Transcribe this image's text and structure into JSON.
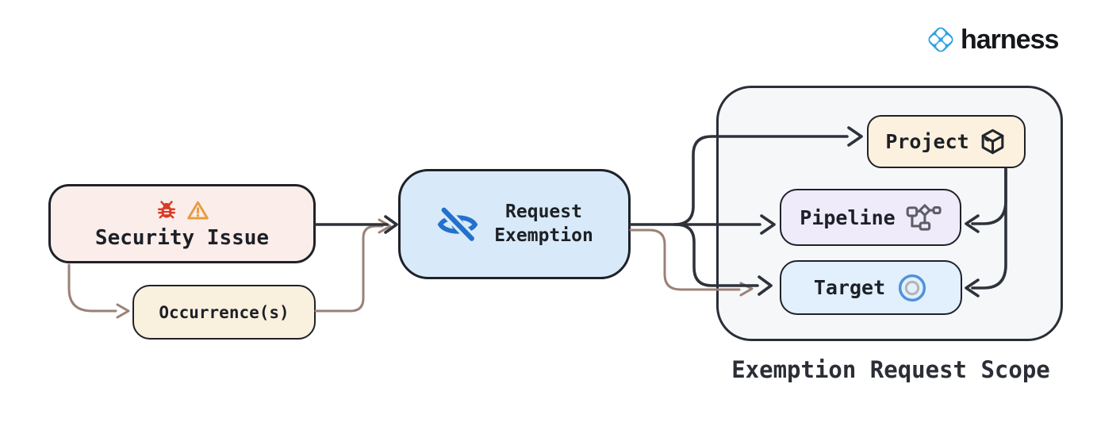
{
  "brand": {
    "name": "harness"
  },
  "diagram": {
    "security_issue": {
      "label": "Security Issue",
      "icons": [
        "bug-icon",
        "warning-triangle-icon"
      ]
    },
    "occurrences": {
      "label": "Occurrence(s)"
    },
    "request_exemption": {
      "line1": "Request",
      "line2": "Exemption",
      "icon": "eye-off-icon"
    },
    "scope": {
      "caption": "Exemption Request Scope",
      "project": {
        "label": "Project",
        "icon": "package-cube-icon"
      },
      "pipeline": {
        "label": "Pipeline",
        "icon": "pipeline-flow-icon"
      },
      "target": {
        "label": "Target",
        "icon": "target-circle-icon"
      }
    },
    "edges": [
      {
        "from": "security-issue",
        "to": "request-exemption"
      },
      {
        "from": "security-issue",
        "to": "occurrences"
      },
      {
        "from": "occurrences",
        "to": "request-exemption"
      },
      {
        "from": "request-exemption",
        "to": "project"
      },
      {
        "from": "request-exemption",
        "to": "pipeline"
      },
      {
        "from": "request-exemption",
        "to": "target"
      },
      {
        "from": "occurrences",
        "to": "target"
      },
      {
        "from": "project",
        "to": "pipeline"
      },
      {
        "from": "project",
        "to": "target"
      }
    ],
    "colors": {
      "security_issue_bg": "#fbedea",
      "occurrences_bg": "#faf0de",
      "request_exemption_bg": "#d8eaf9",
      "scope_bg": "#f5f7f9",
      "project_bg": "#fbf1de",
      "pipeline_bg": "#efebfa",
      "target_bg": "#e1f0fc",
      "node_border": "#1f222a",
      "arrow_dark": "#2e323a",
      "arrow_brown": "#9a8177",
      "bug_red": "#da3b26",
      "warning_orange": "#e89a3c",
      "icon_blue": "#2470cc",
      "pipeline_icon_gray": "#5d5d68",
      "target_icon_blue": "#4f92dd",
      "brand_blue": "#2fa3e0"
    }
  }
}
